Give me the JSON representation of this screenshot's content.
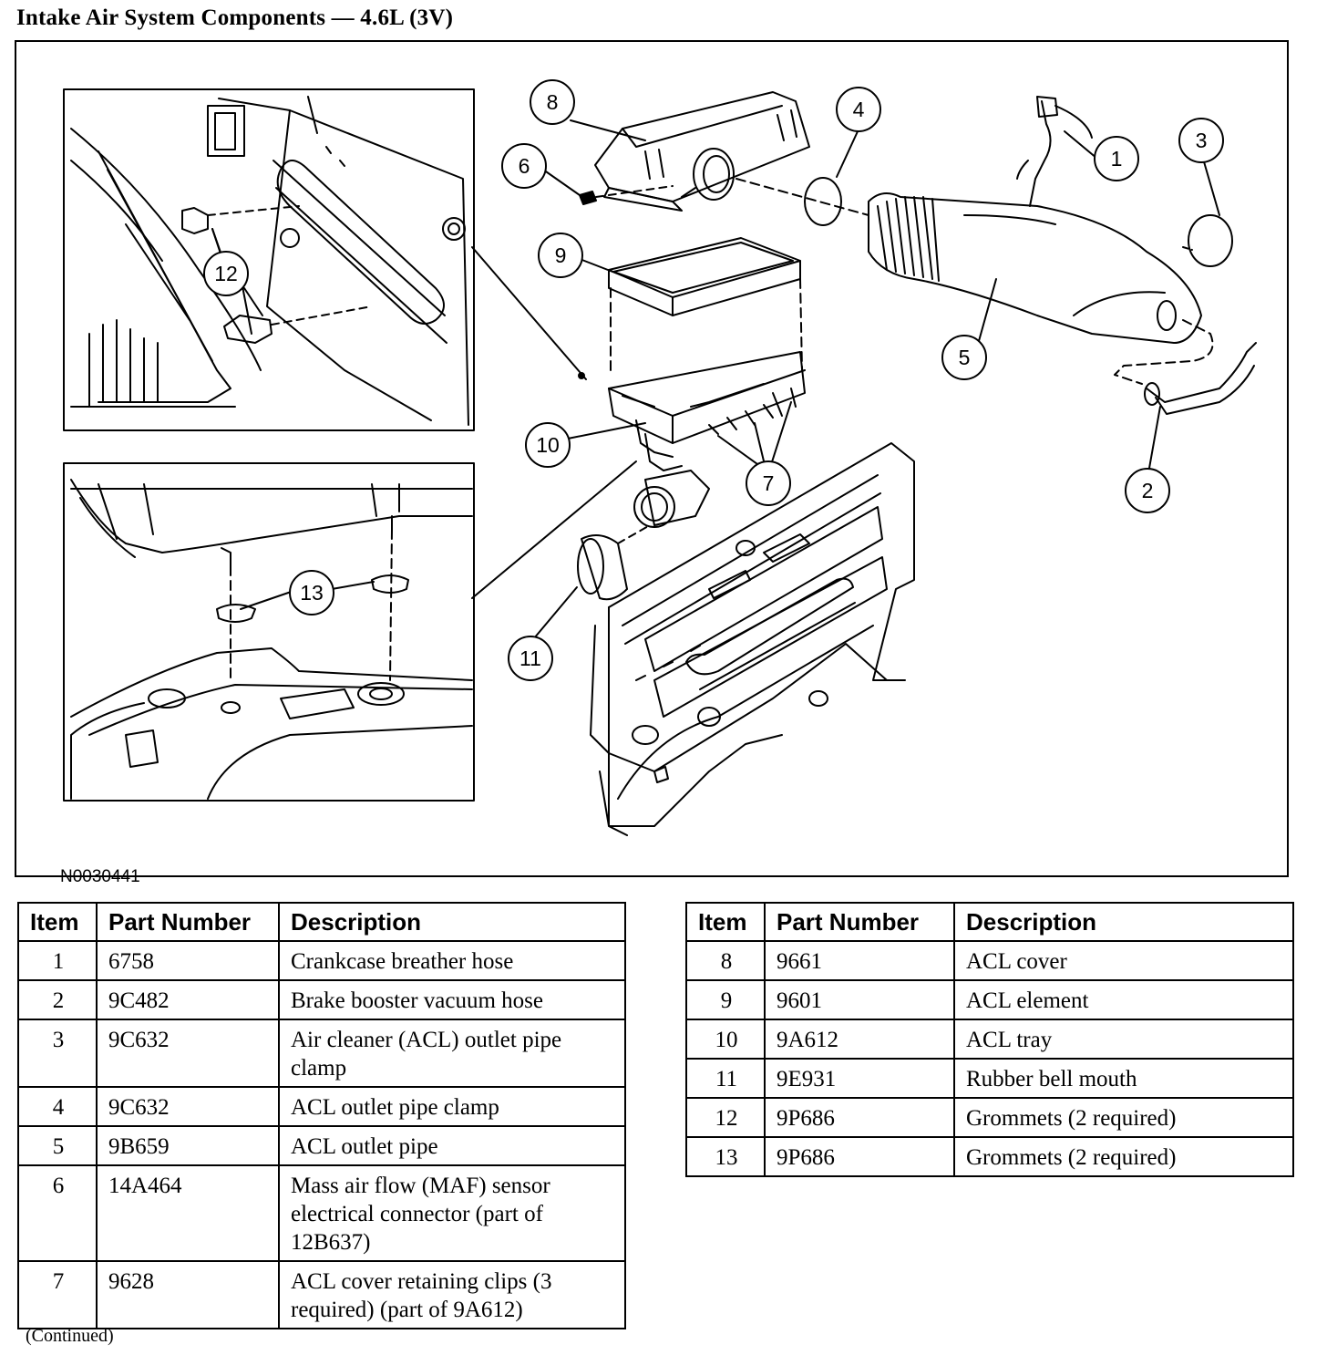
{
  "title": "Intake Air System Components — 4.6L (3V)",
  "figure_id": "N0030441",
  "callouts": [
    "1",
    "2",
    "3",
    "4",
    "5",
    "6",
    "7",
    "8",
    "9",
    "10",
    "11",
    "12",
    "13"
  ],
  "table_headers": {
    "item": "Item",
    "part_number": "Part Number",
    "description": "Description"
  },
  "left_table": [
    {
      "item": "1",
      "part_number": "6758",
      "description": "Crankcase breather hose"
    },
    {
      "item": "2",
      "part_number": "9C482",
      "description": "Brake booster vacuum hose"
    },
    {
      "item": "3",
      "part_number": "9C632",
      "description": "Air cleaner (ACL) outlet pipe clamp"
    },
    {
      "item": "4",
      "part_number": "9C632",
      "description": "ACL outlet pipe clamp"
    },
    {
      "item": "5",
      "part_number": "9B659",
      "description": "ACL outlet pipe"
    },
    {
      "item": "6",
      "part_number": "14A464",
      "description": "Mass air flow (MAF) sensor electrical connector (part of 12B637)"
    },
    {
      "item": "7",
      "part_number": "9628",
      "description": "ACL cover retaining clips (3 required) (part of 9A612)"
    }
  ],
  "right_table": [
    {
      "item": "8",
      "part_number": "9661",
      "description": "ACL cover"
    },
    {
      "item": "9",
      "part_number": "9601",
      "description": "ACL element"
    },
    {
      "item": "10",
      "part_number": "9A612",
      "description": "ACL tray"
    },
    {
      "item": "11",
      "part_number": "9E931",
      "description": "Rubber bell mouth"
    },
    {
      "item": "12",
      "part_number": "9P686",
      "description": "Grommets (2 required)"
    },
    {
      "item": "13",
      "part_number": "9P686",
      "description": "Grommets (2 required)"
    }
  ],
  "continued": "(Continued)"
}
